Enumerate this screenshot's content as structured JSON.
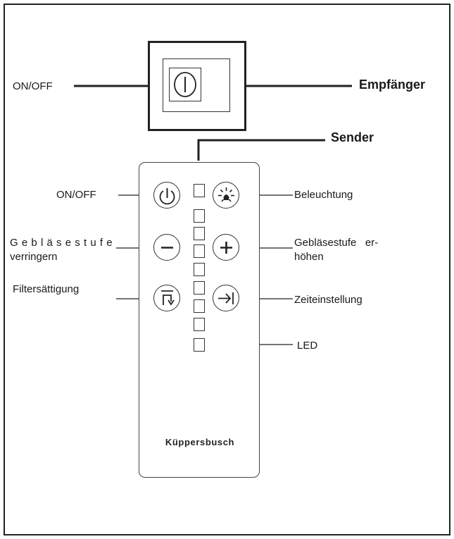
{
  "labels": {
    "receiver_onoff": "ON/OFF",
    "receiver": "Empfänger",
    "sender": "Sender",
    "onoff": "ON/OFF",
    "lighting": "Beleuchtung",
    "fan_down_line1": "Gebläsestufe",
    "fan_down_line2": "verringern",
    "fan_up_line1": "Gebläsestufe   er-",
    "fan_up_line2": "höhen",
    "filter": "Filtersättigung",
    "timer": "Zeiteinstellung",
    "led": "LED"
  },
  "brand": "Küppersbusch",
  "icons": {
    "receiver_switch": "power-icon",
    "onoff_button": "power-icon",
    "lighting_button": "light-icon",
    "minus_button": "minus-icon",
    "plus_button": "plus-icon",
    "filter_button": "filter-return-icon",
    "timer_button": "timer-arrow-icon"
  },
  "led_count": 9,
  "colors": {
    "line": "#222222",
    "background": "#ffffff"
  }
}
